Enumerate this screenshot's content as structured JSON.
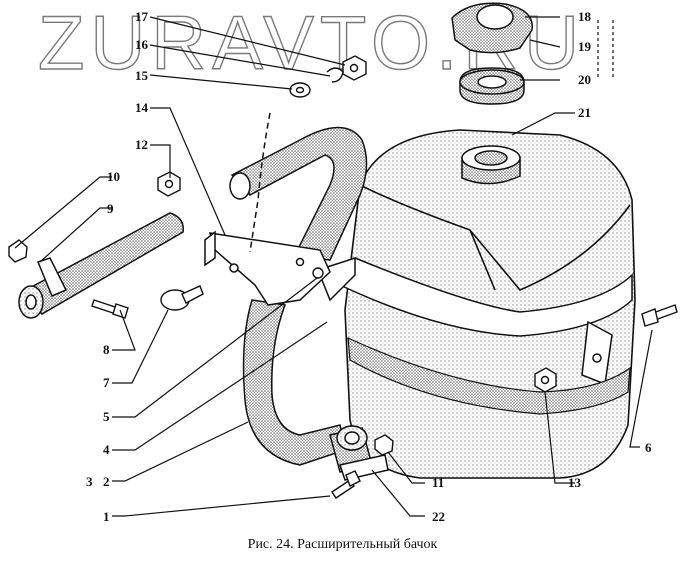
{
  "watermark": "ZURAVTO.RU",
  "caption": "Рис. 24. Расширительный бачок",
  "callouts": [
    "1",
    "2",
    "3",
    "4",
    "5",
    "6",
    "7",
    "8",
    "9",
    "10",
    "11",
    "12",
    "13",
    "14",
    "15",
    "16",
    "17",
    "18",
    "19",
    "20",
    "21",
    "22"
  ],
  "palette": {
    "ink": "#111111",
    "stipple": "#9a9a9a",
    "watermark_stroke": "#7a7a7a"
  }
}
